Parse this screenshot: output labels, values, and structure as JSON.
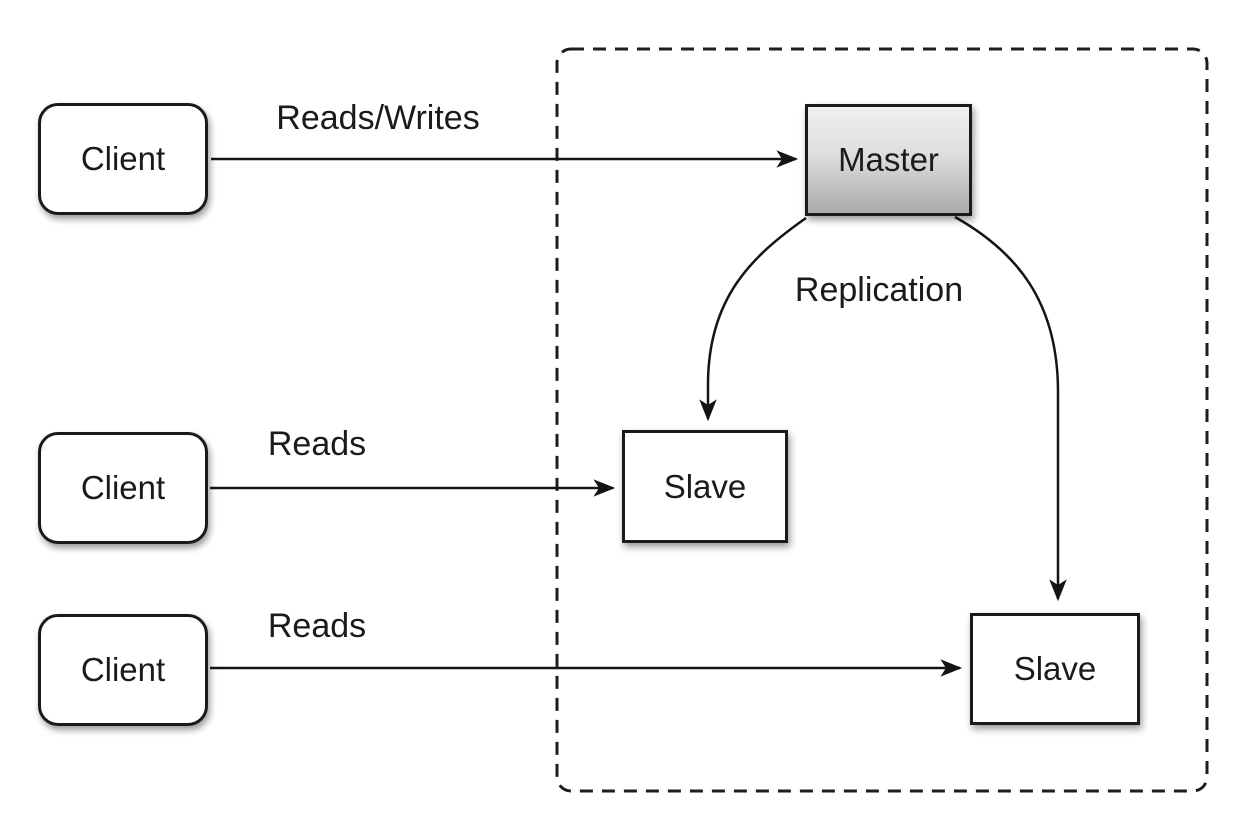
{
  "colors": {
    "background": "#ffffff",
    "box_border": "#1a1a1a",
    "line_color": "#141414",
    "text_color": "#1b1b1b",
    "master_gradient_top": "#f0f0f0",
    "master_gradient_bottom": "#ababab",
    "node_fill": "#ffffff"
  },
  "nodes": {
    "client1": {
      "label": "Client"
    },
    "client2": {
      "label": "Client"
    },
    "client3": {
      "label": "Client"
    },
    "master": {
      "label": "Master"
    },
    "slave1": {
      "label": "Slave"
    },
    "slave2": {
      "label": "Slave"
    }
  },
  "edges": {
    "client1_to_master": {
      "label": "Reads/Writes"
    },
    "client2_to_slave1": {
      "label": "Reads"
    },
    "client3_to_slave2": {
      "label": "Reads"
    },
    "master_to_slaves": {
      "label": "Replication"
    }
  }
}
